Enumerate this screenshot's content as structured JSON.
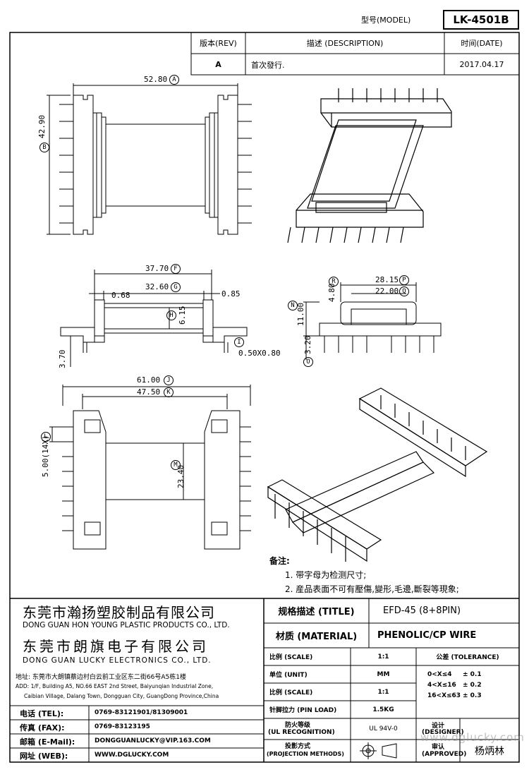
{
  "model": {
    "label": "型号(MODEL)",
    "value": "LK-4501B"
  },
  "revision_table": {
    "headers": {
      "rev": "版本(REV)",
      "desc": "描述 (DESCRIPTION)",
      "date": "时间(DATE)"
    },
    "row": {
      "rev": "A",
      "desc": "首次發行.",
      "date": "2017.04.17"
    }
  },
  "dimensions": {
    "A": "52.80",
    "B": "42.90",
    "F": "37.70",
    "G": "32.60",
    "g_left": "0.68",
    "g_right": "0.85",
    "H": "6.15",
    "h_left": "3.70",
    "I": "0.50X0.80",
    "P": "28.15",
    "Q": "22.00",
    "R": "4.80",
    "N": "11.00",
    "O": "3.20",
    "J": "61.00",
    "K": "47.50",
    "L": "5.00(14X)",
    "M": "23.40",
    "circle_A": "A",
    "circle_B": "B",
    "circle_F": "F",
    "circle_G": "G",
    "circle_H": "H",
    "circle_I": "I",
    "circle_P": "P",
    "circle_Q": "Q",
    "circle_R": "R",
    "circle_N": "N",
    "circle_O": "O",
    "circle_J": "J",
    "circle_K": "K",
    "circle_L": "L",
    "circle_M": "M"
  },
  "notes": {
    "title": "备注:",
    "items": [
      "1. 带字母为检测尺寸;",
      "2. 産品表面不可有壓傷,變形,毛邊,斷裂等現象;"
    ]
  },
  "company": {
    "name1_cn": "东莞市瀚扬塑胶制品有限公司",
    "name1_en": "DONG GUAN HON YOUNG PLASTIC PRODUCTS CO., LTD.",
    "name2_cn": "东莞市朗旗电子有限公司",
    "name2_en": "DONG GUAN LUCKY ELECTRONICS CO., LTD.",
    "address_cn": "地址: 东莞市大朗镇蔡边村白云前工业区东二街66号A5栋1楼",
    "address_en1": "ADD: 1/F, Building A5, NO.66 EAST 2nd Street, Baiyunqian Industrial Zone,",
    "address_en2": "Caibian Village, Dalang Town, Dongguan City, GuangDong Province,China"
  },
  "contact": [
    {
      "label": "电话 (TEL):",
      "value": "0769-83121901/81309001"
    },
    {
      "label": "传真 (FAX):",
      "value": "0769-83123195"
    },
    {
      "label": "邮箱 (E-Mail):",
      "value": "DONGGUANLUCKY@VIP.163.COM"
    },
    {
      "label": "网址 (WEB):",
      "value": "WWW.DGLUCKY.COM"
    }
  ],
  "spec": {
    "title_label": "规格描述 (TITLE)",
    "title_value": "EFD-45 (8+8PIN)",
    "material_label": "材质 (MATERIAL)",
    "material_value": "PHENOLIC/CP WIRE",
    "scale_label": "比例 (SCALE)",
    "scale_value": "1:1",
    "tolerance_label": "公差 (TOLERANCE)",
    "unit_label": "单位 (UNIT)",
    "unit_value": "MM",
    "scale2_label": "比例 (SCALE)",
    "scale2_value": "1:1",
    "pin_label": "针脚拉力 (PIN LOAD)",
    "pin_value": "1.5KG",
    "ul_label1": "防火等级",
    "ul_label2": "(UL RECOGNITION)",
    "ul_value": "UL 94V-0",
    "proj_label1": "投影方式",
    "proj_label2": "(PROJECTION METHODS)",
    "tolerances": [
      {
        "range": "0<X≤4",
        "value": "± 0.1"
      },
      {
        "range": "4<X≤16",
        "value": "± 0.2"
      },
      {
        "range": "16<X≤63",
        "value": "± 0.3"
      }
    ],
    "designer_label1": "设计",
    "designer_label2": "(DESIGNER)",
    "approved_label1": "审认",
    "approved_label2": "(APPROVED)",
    "approver": "杨炳林",
    "watermark": "www.dglucky.com"
  }
}
